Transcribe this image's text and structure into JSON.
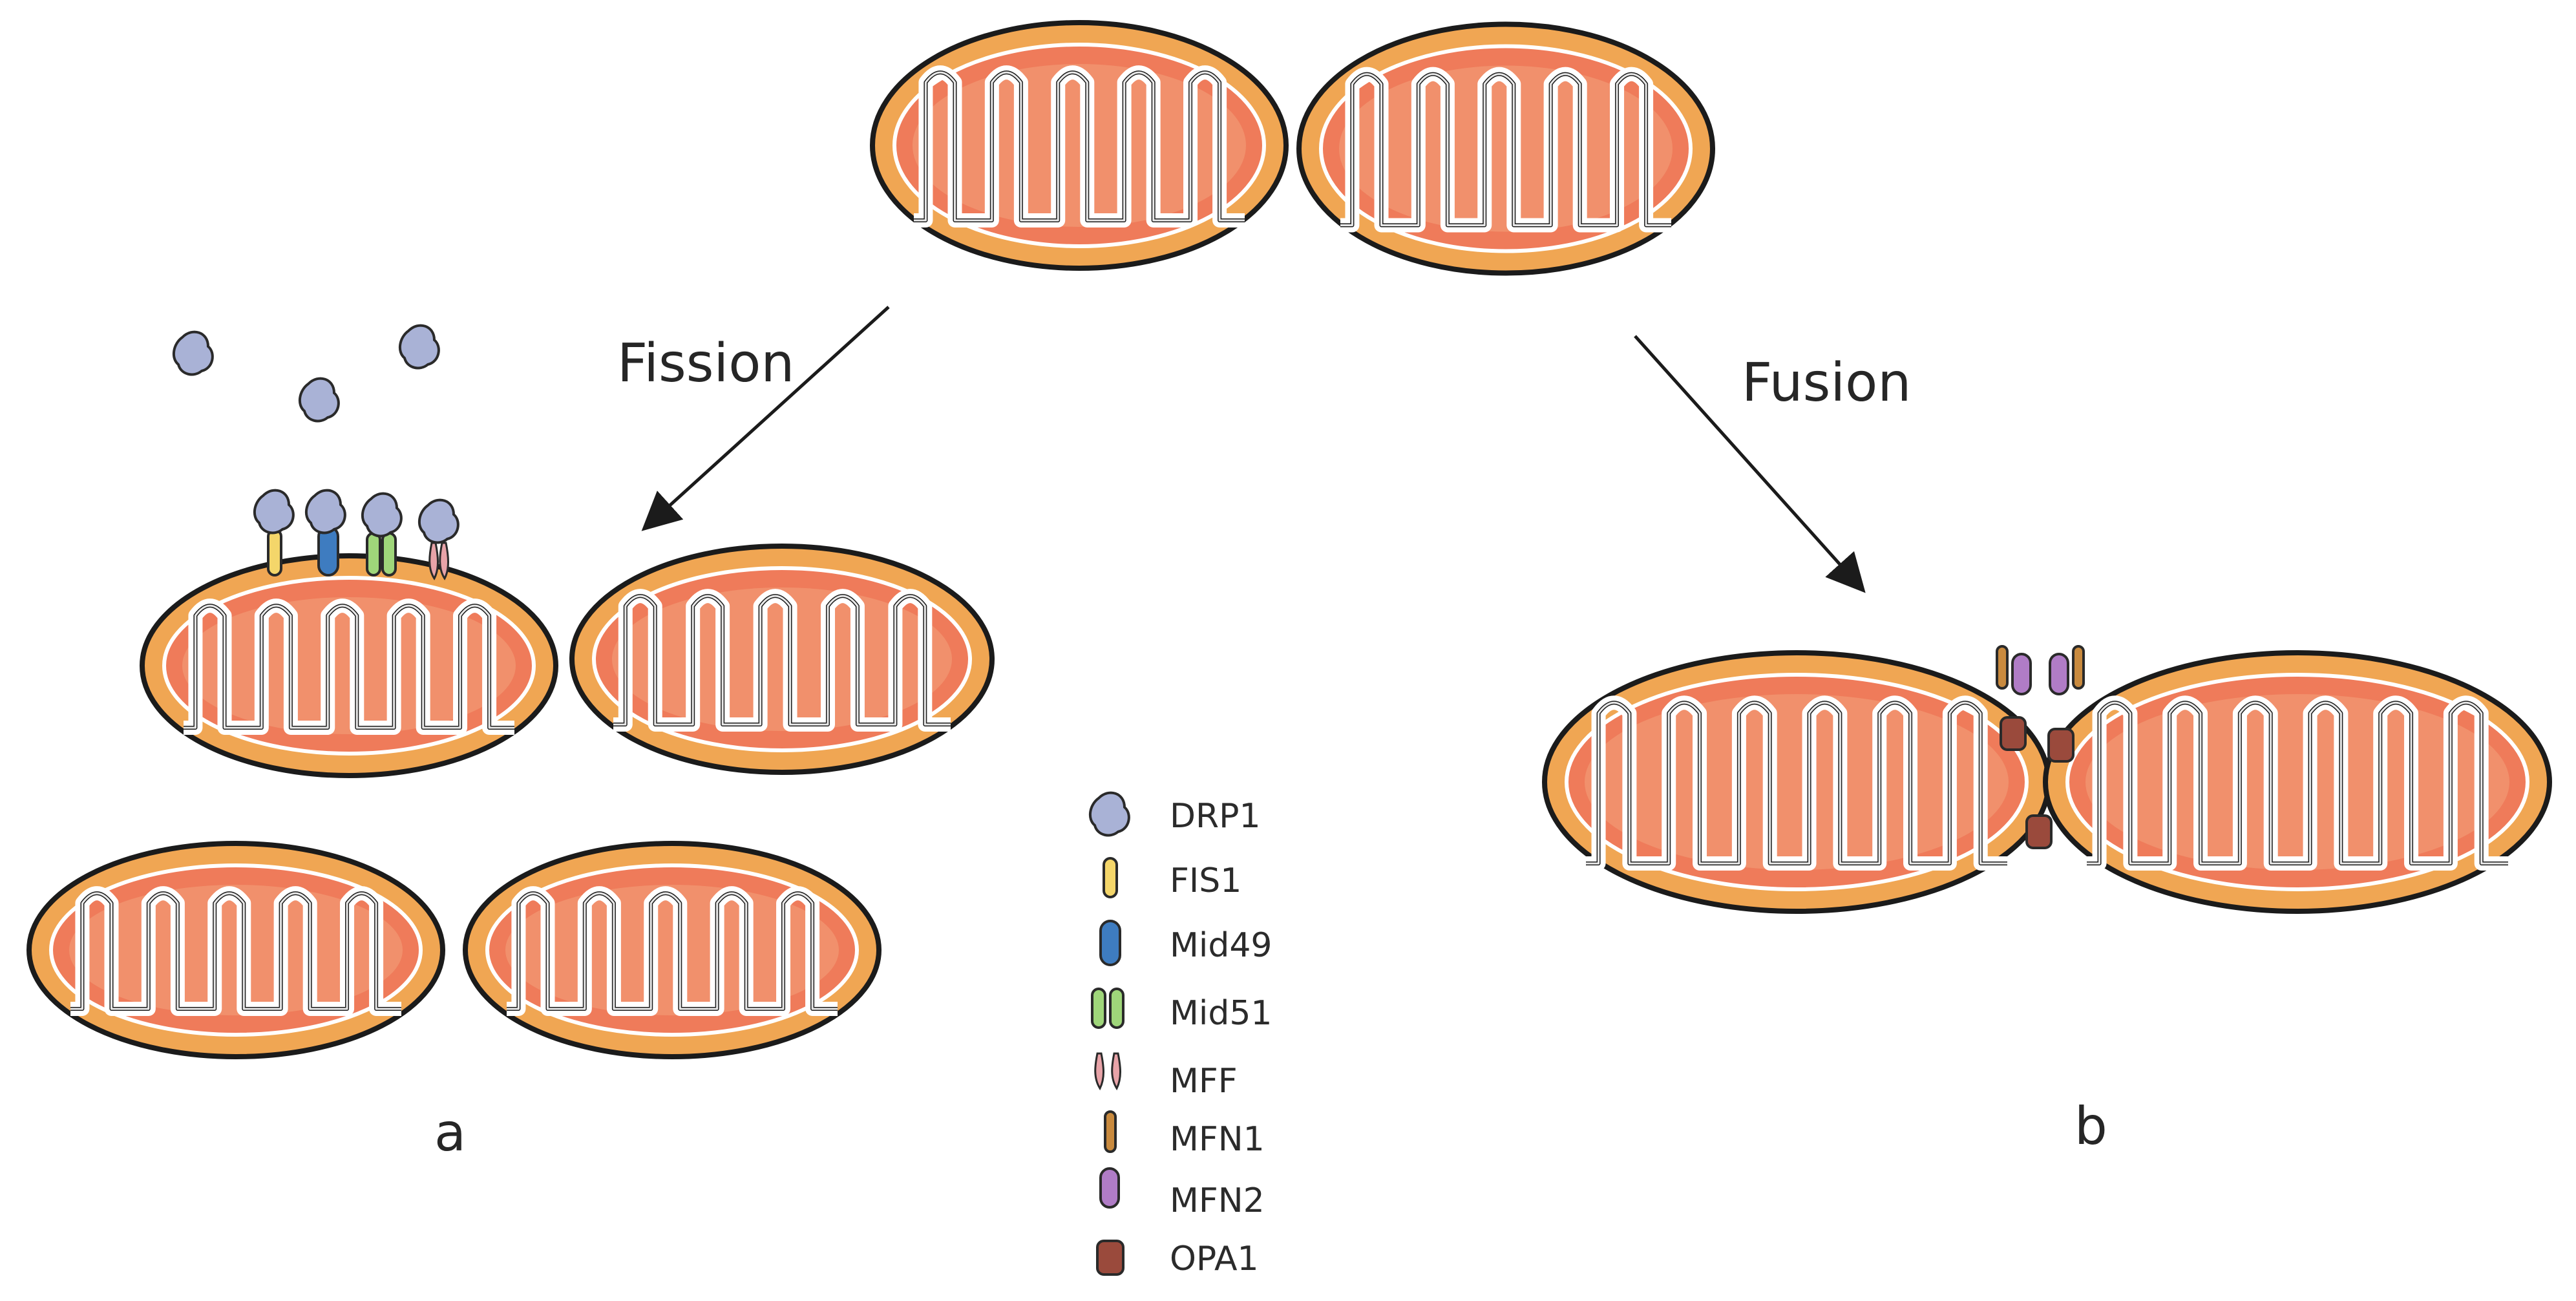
{
  "labels": {
    "fission": "Fission",
    "fusion": "Fusion",
    "panel_a": "a",
    "panel_b": "b"
  },
  "legend": [
    {
      "name": "DRP1",
      "color": "#a9b2d6",
      "shape": "blob"
    },
    {
      "name": "FIS1",
      "color": "#f4d66a",
      "shape": "rod"
    },
    {
      "name": "Mid49",
      "color": "#3e7cc0",
      "shape": "capsule"
    },
    {
      "name": "Mid51",
      "color": "#9fd67a",
      "shape": "pair"
    },
    {
      "name": "MFF",
      "color": "#e8a3a8",
      "shape": "pair-thin"
    },
    {
      "name": "MFN1",
      "color": "#c98a3e",
      "shape": "rod"
    },
    {
      "name": "MFN2",
      "color": "#b07cc6",
      "shape": "capsule"
    },
    {
      "name": "OPA1",
      "color": "#9a4a3c",
      "shape": "block"
    }
  ],
  "colors": {
    "outer_membrane": "#f0a653",
    "matrix": "#ef7b5a",
    "matrix_light": "#f3a27c",
    "outline": "#1b1b1b"
  }
}
